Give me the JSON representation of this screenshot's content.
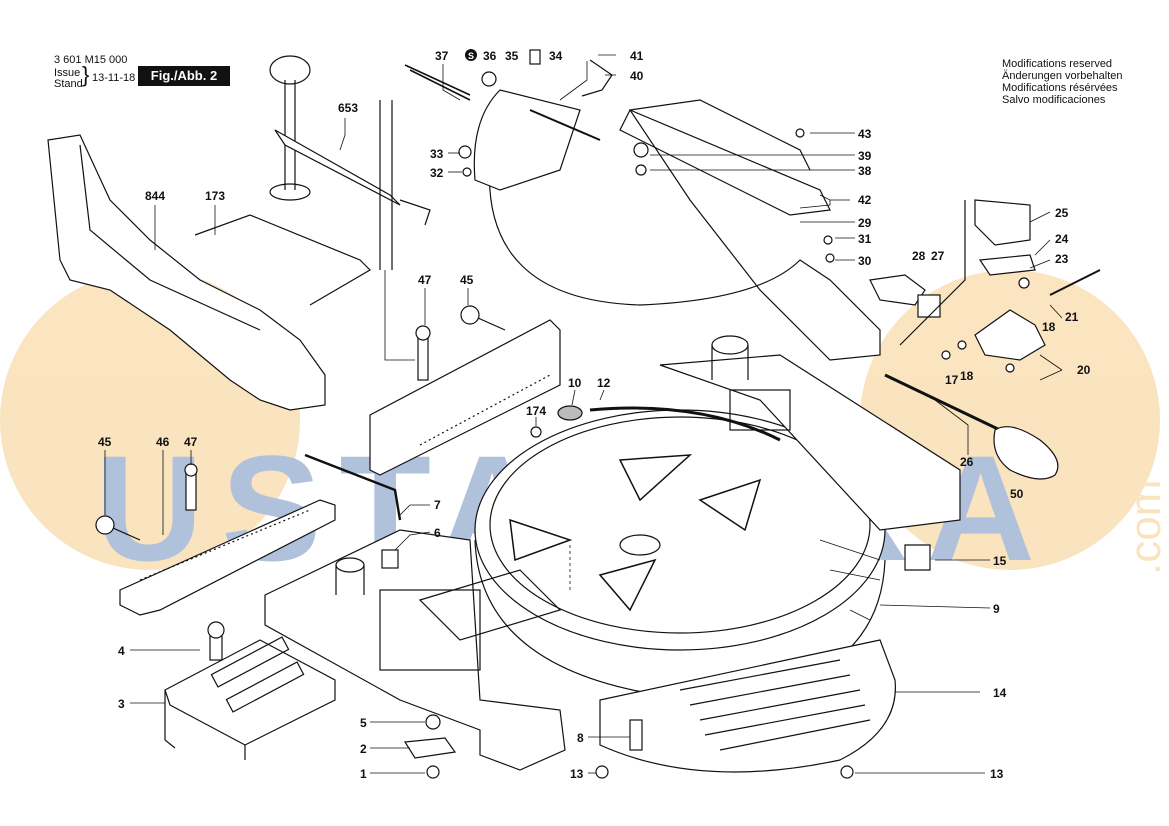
{
  "header": {
    "part_number": "3 601 M15 000",
    "issue_label": "Issue",
    "stand_label": "Stand",
    "date": "13-11-18",
    "figure_label": "Fig./Abb. 2"
  },
  "modifications": [
    "Modifications reserved",
    "Änderungen vorbehalten",
    "Modifications résérvées",
    "Salvo modificaciones"
  ],
  "watermark": {
    "text": "USTALARA",
    "suffix": ".com",
    "color": "#1f4f9c",
    "accent": "#f3b24a"
  },
  "callouts": [
    {
      "id": "c37",
      "text": "37"
    },
    {
      "id": "c36",
      "text": "36"
    },
    {
      "id": "c35",
      "text": "35"
    },
    {
      "id": "c34",
      "text": "34"
    },
    {
      "id": "c41",
      "text": "41"
    },
    {
      "id": "c40",
      "text": "40"
    },
    {
      "id": "c653",
      "text": "653"
    },
    {
      "id": "c43",
      "text": "43"
    },
    {
      "id": "c33",
      "text": "33"
    },
    {
      "id": "c39",
      "text": "39"
    },
    {
      "id": "c32",
      "text": "32"
    },
    {
      "id": "c38",
      "text": "38"
    },
    {
      "id": "c844",
      "text": "844"
    },
    {
      "id": "c173",
      "text": "173"
    },
    {
      "id": "c42",
      "text": "42"
    },
    {
      "id": "c29",
      "text": "29"
    },
    {
      "id": "c31",
      "text": "31"
    },
    {
      "id": "c30",
      "text": "30"
    },
    {
      "id": "c25",
      "text": "25"
    },
    {
      "id": "c24",
      "text": "24"
    },
    {
      "id": "c28",
      "text": "28"
    },
    {
      "id": "c27",
      "text": "27"
    },
    {
      "id": "c23",
      "text": "23"
    },
    {
      "id": "c47a",
      "text": "47"
    },
    {
      "id": "c45a",
      "text": "45"
    },
    {
      "id": "c18a",
      "text": "18"
    },
    {
      "id": "c21",
      "text": "21"
    },
    {
      "id": "c17",
      "text": "17"
    },
    {
      "id": "c18b",
      "text": "18"
    },
    {
      "id": "c20",
      "text": "20"
    },
    {
      "id": "c10",
      "text": "10"
    },
    {
      "id": "c12",
      "text": "12"
    },
    {
      "id": "c174",
      "text": "174"
    },
    {
      "id": "c45b",
      "text": "45"
    },
    {
      "id": "c46",
      "text": "46"
    },
    {
      "id": "c47b",
      "text": "47"
    },
    {
      "id": "c26",
      "text": "26"
    },
    {
      "id": "c50",
      "text": "50"
    },
    {
      "id": "c7",
      "text": "7"
    },
    {
      "id": "c6",
      "text": "6"
    },
    {
      "id": "c15",
      "text": "15"
    },
    {
      "id": "c9",
      "text": "9"
    },
    {
      "id": "c4",
      "text": "4"
    },
    {
      "id": "c3",
      "text": "3"
    },
    {
      "id": "c14",
      "text": "14"
    },
    {
      "id": "c5",
      "text": "5"
    },
    {
      "id": "c8",
      "text": "8"
    },
    {
      "id": "c2",
      "text": "2"
    },
    {
      "id": "c1",
      "text": "1"
    },
    {
      "id": "c13a",
      "text": "13"
    },
    {
      "id": "c13b",
      "text": "13"
    }
  ]
}
